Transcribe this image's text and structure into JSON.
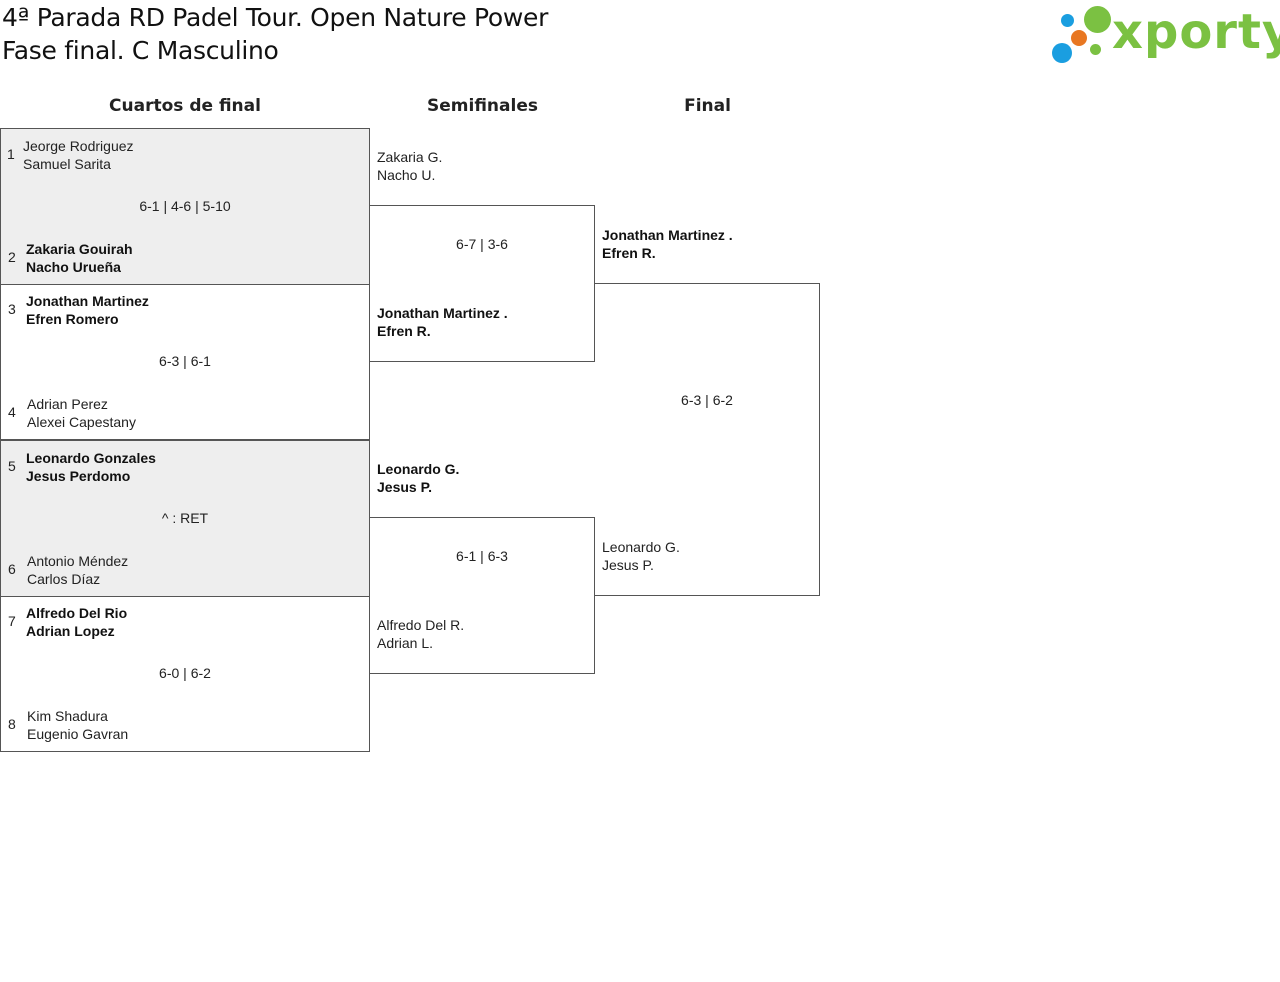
{
  "title": {
    "line1": "4ª Parada RD Padel Tour. Open Nature Power",
    "line2": "Fase final. C Masculino"
  },
  "logo": {
    "text": "xporty",
    "colors": [
      "#1a9ee0",
      "#e87722",
      "#7bc142"
    ]
  },
  "rounds": [
    "Cuartos de final",
    "Semifinales",
    "Final"
  ],
  "quarterfinals": [
    {
      "seed_a": "1",
      "team_a": [
        "Jeorge Rodriguez",
        "Samuel Sarita"
      ],
      "score": "6-1 | 4-6 | 5-10",
      "seed_b": "2",
      "team_b": [
        "Zakaria Gouirah",
        "Nacho Urueña"
      ]
    },
    {
      "seed_a": "3",
      "team_a": [
        "Jonathan Martinez",
        "Efren Romero"
      ],
      "score": "6-3 | 6-1",
      "seed_b": "4",
      "team_b": [
        "Adrian Perez",
        "Alexei Capestany"
      ]
    },
    {
      "seed_a": "5",
      "team_a": [
        "Leonardo Gonzales",
        "Jesus Perdomo"
      ],
      "score": "^ : RET",
      "seed_b": "6",
      "team_b": [
        "Antonio Méndez",
        "Carlos Díaz"
      ]
    },
    {
      "seed_a": "7",
      "team_a": [
        "Alfredo Del Rio",
        "Adrian Lopez"
      ],
      "score": "6-0 | 6-2",
      "seed_b": "8",
      "team_b": [
        "Kim Shadura",
        "Eugenio Gavran"
      ]
    }
  ],
  "semifinals": [
    {
      "team_a": [
        "Zakaria G.",
        "Nacho U."
      ],
      "score": "6-7 | 3-6",
      "team_b": [
        "Jonathan Martinez .",
        "Efren R."
      ]
    },
    {
      "team_a": [
        "Leonardo G.",
        "Jesus P."
      ],
      "score": "6-1 | 6-3",
      "team_b": [
        "Alfredo Del R.",
        "Adrian L."
      ]
    }
  ],
  "final": {
    "team_a": [
      "Jonathan Martinez .",
      "Efren R."
    ],
    "score": "6-3 | 6-2",
    "team_b": [
      "Leonardo G.",
      "Jesus P."
    ]
  }
}
